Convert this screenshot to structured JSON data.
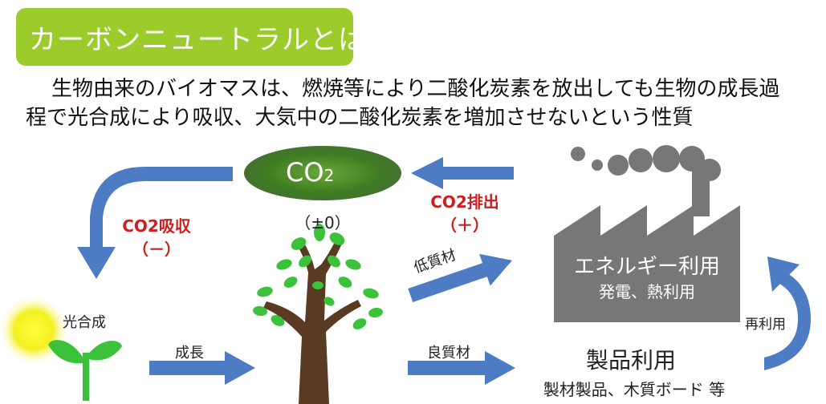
{
  "title": "カーボンニュートラルとは？",
  "description": {
    "line1": "生物由来のバイオマスは、燃焼等により二酸化炭素を放出しても生物の成長過",
    "line2": "程で光合成により吸収、大気中の二酸化炭素を増加させないという性質"
  },
  "co2": {
    "label": "CO",
    "subscript": "2",
    "balance": "（±0）"
  },
  "absorb": {
    "line1": "CO2吸収",
    "line2": "（－）"
  },
  "emit": {
    "line1": "CO2排出",
    "line2": "（＋）"
  },
  "labels": {
    "photosynthesis": "光合成",
    "growth": "成長",
    "low_quality": "低質材",
    "high_quality": "良質材",
    "reuse": "再利用"
  },
  "energy": {
    "title": "エネルギー利用",
    "sub": "発電、熱利用"
  },
  "products": {
    "title": "製品利用",
    "sub": "製材製品、木質ボード 等"
  },
  "colors": {
    "title_bg": "#9ccc2c",
    "arrow": "#4d7cc4",
    "co2_cloud": "#4d8a2a",
    "emphasis": "#cc1f1f",
    "factory": "#777777",
    "sun": "#f0f020",
    "leaf": "#3cc23a",
    "trunk": "#5b3a24"
  }
}
